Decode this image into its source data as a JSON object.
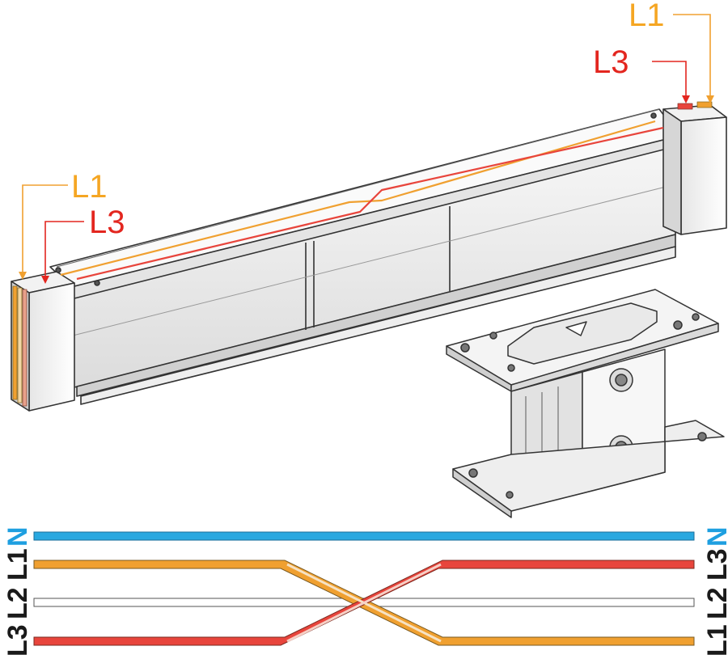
{
  "colors": {
    "L1": "#f0a030",
    "L2": "#ffffff",
    "L3": "#e8453c",
    "N": "#29a8e0",
    "outline": "#333333",
    "label_L1": "#f5a623",
    "label_L3": "#e3261f",
    "label_N": "#1e9fe0",
    "label_dark": "#1a1a1a"
  },
  "callouts": {
    "top_right_L1": "L1",
    "top_right_L3": "L3",
    "left_L1": "L1",
    "left_L3": "L3"
  },
  "legend_left": [
    "N",
    "L1",
    "L2",
    "L3"
  ],
  "legend_right": [
    "N",
    "L3",
    "L2",
    "L1"
  ],
  "icons": [
    "busbar-trunking-element-icon",
    "support-bracket-icon",
    "arrow-icon"
  ]
}
